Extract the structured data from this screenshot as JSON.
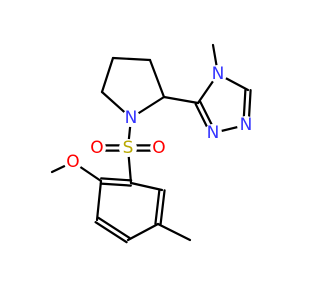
{
  "molecule": {
    "atoms": {
      "n_pyrrolidine": {
        "label": "N",
        "color": "#3333ff"
      },
      "s_sulfonyl": {
        "label": "S",
        "color": "#b8a800"
      },
      "o_sulfonyl_left": {
        "label": "O",
        "color": "#ff0000"
      },
      "o_sulfonyl_right": {
        "label": "O",
        "color": "#ff0000"
      },
      "o_methoxy": {
        "label": "O",
        "color": "#ff0000"
      },
      "n_triazole_4": {
        "label": "N",
        "color": "#3333ff"
      },
      "n_triazole_2": {
        "label": "N",
        "color": "#3333ff"
      },
      "n_triazole_1": {
        "label": "N",
        "color": "#3333ff"
      }
    },
    "bond_color": "#000000",
    "background": "#ffffff"
  }
}
